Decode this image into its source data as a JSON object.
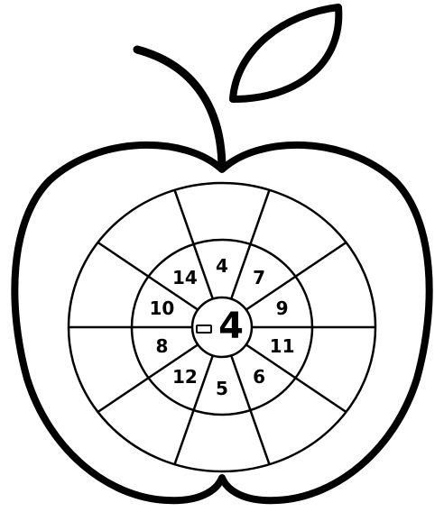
{
  "center": {
    "operator": "−",
    "number": "4"
  },
  "inner_numbers": [
    "4",
    "7",
    "9",
    "11",
    "6",
    "5",
    "12",
    "8",
    "10",
    "14"
  ],
  "outer_answers": [
    "",
    "",
    "",
    "",
    "",
    "",
    "",
    "",
    "",
    ""
  ],
  "colors": {
    "stroke": "#000000",
    "background": "#ffffff"
  }
}
